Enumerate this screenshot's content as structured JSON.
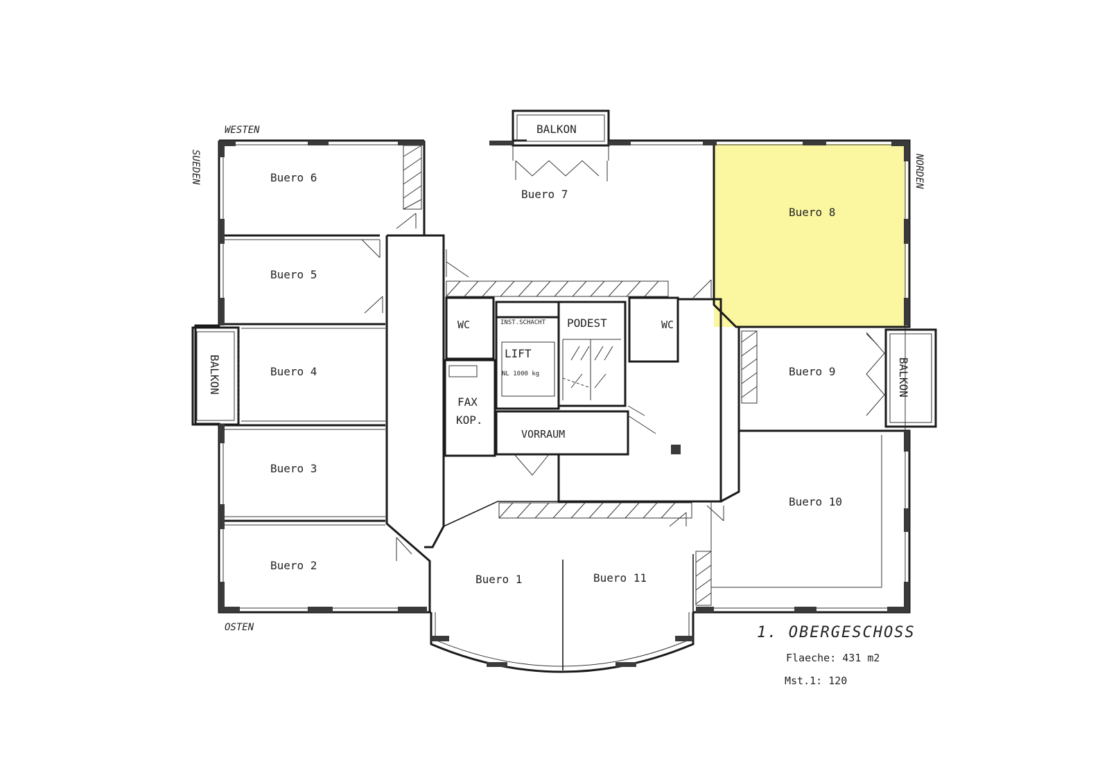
{
  "floor_plan": {
    "title": "1. OBERGESCHOSS",
    "area_label": "Flaeche:  431 m2",
    "scale_label": "Mst.1: 120",
    "highlight_color": "#fbf7a0",
    "compass": {
      "west": "WESTEN",
      "south": "SUEDEN",
      "north": "NORDEN",
      "east": "OSTEN"
    },
    "rooms": {
      "buero1": "Buero 1",
      "buero2": "Buero 2",
      "buero3": "Buero 3",
      "buero4": "Buero 4",
      "buero5": "Buero 5",
      "buero6": "Buero 6",
      "buero7": "Buero 7",
      "buero8": "Buero 8",
      "buero9": "Buero 9",
      "buero10": "Buero 10",
      "buero11": "Buero 11",
      "balkon_top": "BALKON",
      "balkon_left": "BALKON",
      "balkon_right": "BALKON",
      "wc_left": "WC",
      "wc_right": "WC",
      "inst_schacht": "INST.SCHACHT",
      "podest": "PODEST",
      "lift": "LIFT",
      "lift_load": "NL 1000 kg",
      "fax": "FAX",
      "kop": "KOP.",
      "vorraum": "VORRAUM"
    }
  }
}
